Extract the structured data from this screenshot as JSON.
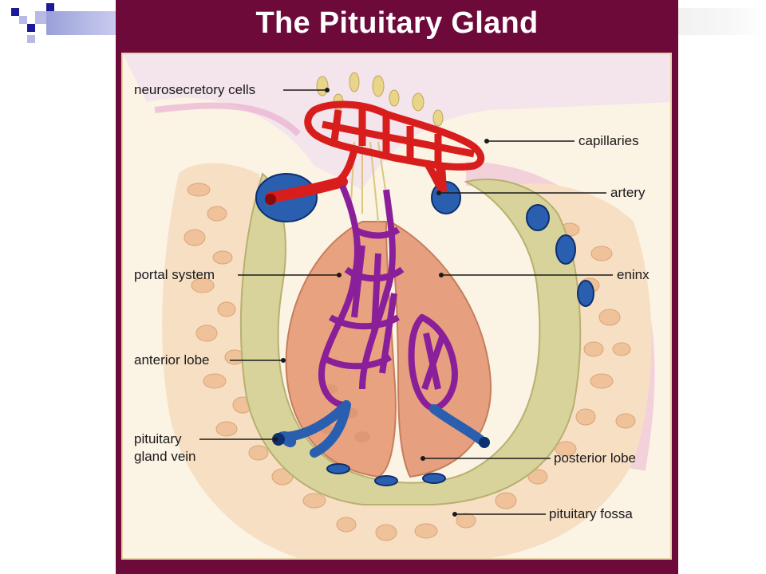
{
  "slide": {
    "title": "The Pituitary Gland",
    "colors": {
      "frame": "#6e0a3a",
      "title_text": "#ffffff",
      "deco_blue": "#1b1b9a",
      "deco_light": "#b9b9e6"
    }
  },
  "diagram": {
    "labels": {
      "neurosecretory_cells": "neurosecretory cells",
      "capillaries": "capillaries",
      "artery": "artery",
      "portal_system": "portal system",
      "meninx": "eninx",
      "anterior_lobe": "anterior lobe",
      "pituitary_gland_vein_1": "pituitary",
      "pituitary_gland_vein_2": "gland vein",
      "posterior_lobe": "posterior lobe",
      "pituitary_fossa": "pituitary fossa"
    },
    "colors": {
      "artery": "#d81d1d",
      "portal": "#8a1f9a",
      "vein": "#2a5fb0",
      "anterior_lobe": "#e9a27f",
      "posterior_lobe": "#e6a07f",
      "bone": "#efc29a",
      "meninx": "#c9c48a",
      "background": "#fbf3e4"
    }
  }
}
